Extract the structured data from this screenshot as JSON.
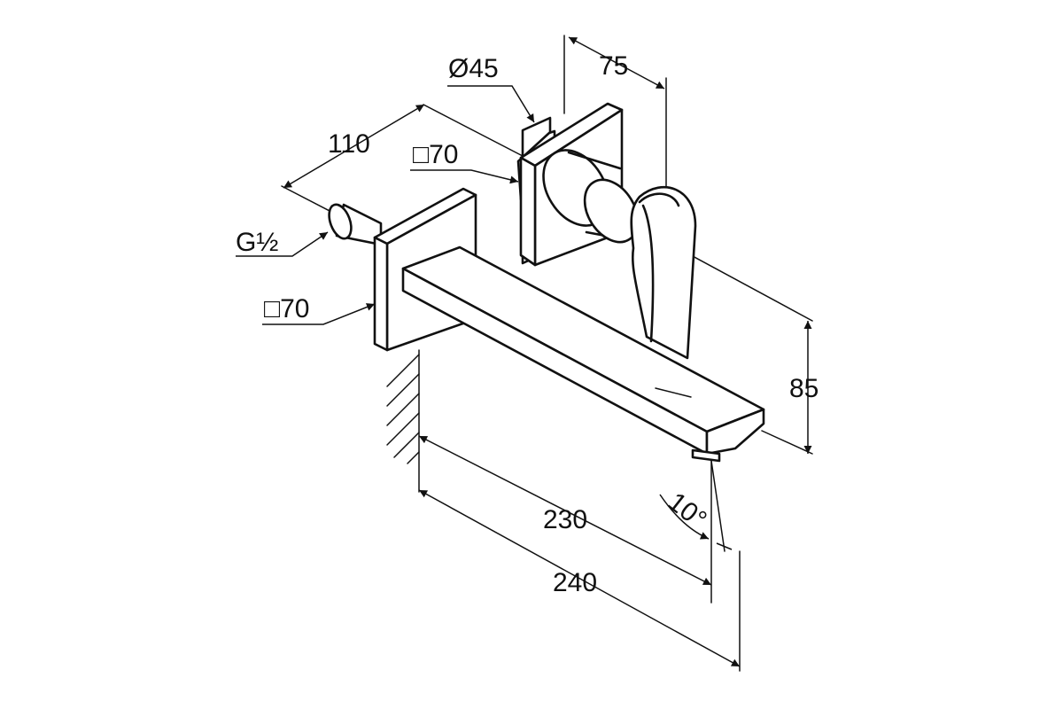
{
  "dimensions": {
    "pipe_diameter": "Ø45",
    "depth": "75",
    "plate_offset": "110",
    "rear_plate": "□70",
    "thread": "G½",
    "front_plate": "□70",
    "height": "85",
    "angle": "10°",
    "projection_short": "230",
    "projection_long": "240"
  }
}
